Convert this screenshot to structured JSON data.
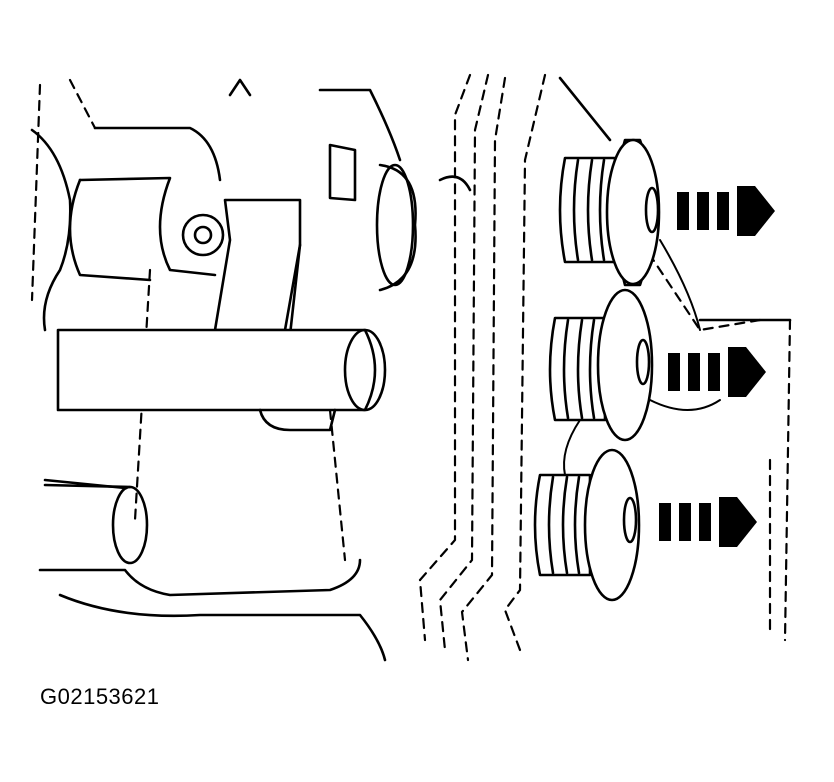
{
  "figure": {
    "id_label": "G02153621"
  },
  "parts": {
    "plug_count": 3,
    "arrow_direction": "right"
  },
  "colors": {
    "ink": "#000000",
    "paper": "#ffffff"
  }
}
